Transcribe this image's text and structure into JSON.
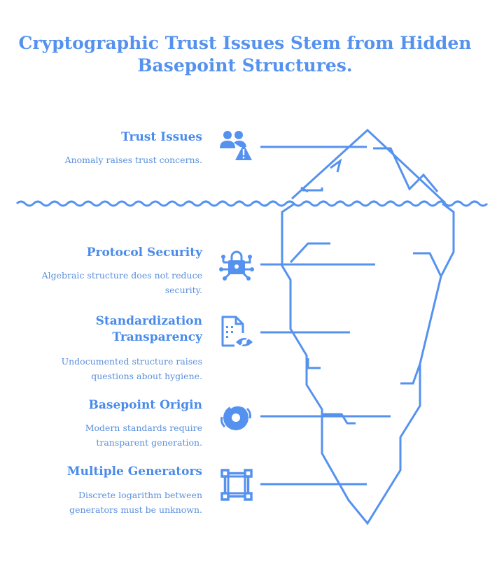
{
  "title": {
    "line1": "Cryptographic Trust Issues Stem from Hidden",
    "line2": "Basepoint Structures."
  },
  "items": [
    {
      "title": "Trust Issues",
      "desc1": "Anomaly raises trust concerns.",
      "desc2": "",
      "icon": "users-warning-icon"
    },
    {
      "title": "Protocol Security",
      "desc1": "Algebraic structure does not reduce",
      "desc2": "security.",
      "icon": "lock-circuit-icon"
    },
    {
      "title": "Standardization",
      "title2": "Transparency",
      "desc1": "Undocumented structure raises",
      "desc2": "questions about hygiene.",
      "icon": "document-eye-icon"
    },
    {
      "title": "Basepoint Origin",
      "desc1": "Modern standards require",
      "desc2": "transparent generation.",
      "icon": "origin-icon"
    },
    {
      "title": "Multiple Generators",
      "desc1": "Discrete logarithm between",
      "desc2": "generators must be unknown.",
      "icon": "nodes-square-icon"
    }
  ],
  "colors": {
    "accent": "#5592ef",
    "text": "#4a8bea"
  }
}
